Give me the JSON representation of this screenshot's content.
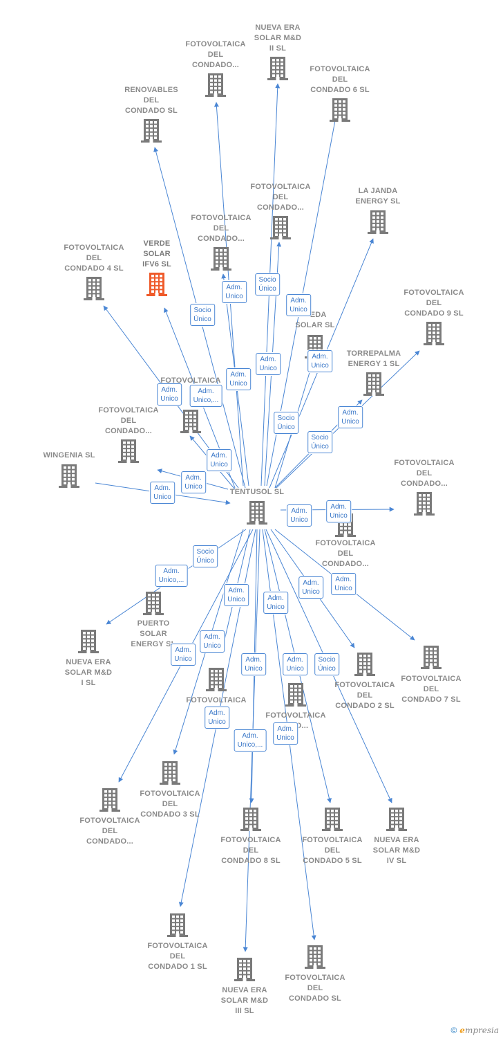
{
  "colors": {
    "edge": "#4a86d4",
    "node": "#7a7a7a",
    "highlight": "#ef5a2a",
    "label": "#8a8a8a"
  },
  "icon": "building-icon",
  "center": {
    "id": "tentusol",
    "label": "TENTUSOL SL"
  },
  "nodes": [
    {
      "id": "n_cond_a",
      "label": "FOTOVOLTAICA\nDEL\nCONDADO..."
    },
    {
      "id": "n_ne2",
      "label": "NUEVA ERA\nSOLAR M&D\nII  SL"
    },
    {
      "id": "n_c6",
      "label": "FOTOVOLTAICA\nDEL\nCONDADO 6 SL"
    },
    {
      "id": "n_ren",
      "label": "RENOVABLES\nDEL\nCONDADO SL"
    },
    {
      "id": "n_cond_b",
      "label": "FOTOVOLTAICA\nDEL\nCONDADO..."
    },
    {
      "id": "n_janda",
      "label": "LA JANDA\nENERGY  SL"
    },
    {
      "id": "n_cond_c",
      "label": "FOTOVOLTAICA\nDEL\nCONDADO..."
    },
    {
      "id": "n_c4",
      "label": "FOTOVOLTAICA\nDEL\nCONDADO 4 SL"
    },
    {
      "id": "n_verde",
      "label": "VERDE\nSOLAR\nIFV6  SL",
      "highlight": true
    },
    {
      "id": "n_meda",
      "label": "MEDA\nSOLAR  SL"
    },
    {
      "id": "n_c9",
      "label": "FOTOVOLTAICA\nDEL\nCONDADO 9 SL"
    },
    {
      "id": "n_torre",
      "label": "TORREPALMA\nENERGY 1  SL"
    },
    {
      "id": "n_fotov",
      "label": "FOTOVOLTAICA"
    },
    {
      "id": "n_cond_d",
      "label": "FOTOVOLTAICA\nDEL\nCONDADO..."
    },
    {
      "id": "n_wing",
      "label": "WINGENIA SL"
    },
    {
      "id": "n_cond_e",
      "label": "FOTOVOLTAICA\nDEL\nCONDADO..."
    },
    {
      "id": "n_cond_f",
      "label": "FOTOVOLTAICA\nDEL\nCONDADO..."
    },
    {
      "id": "n_puerto",
      "label": "PUERTO\nSOLAR\nENERGY  SL"
    },
    {
      "id": "n_ne1",
      "label": "NUEVA ERA\nSOLAR M&D\nI  SL"
    },
    {
      "id": "n_c2",
      "label": "FOTOVOLTAICA\nDEL\nCONDADO 2 SL"
    },
    {
      "id": "n_c7",
      "label": "FOTOVOLTAICA\nDEL\nCONDADO 7 SL"
    },
    {
      "id": "n_cond_g",
      "label": "FOTOVOLTAICA\nCO..."
    },
    {
      "id": "n_cond_h",
      "label": "FOTOVOLTAICA\n...DO..."
    },
    {
      "id": "n_c3",
      "label": "FOTOVOLTAICA\nDEL\nCONDADO 3 SL"
    },
    {
      "id": "n_cond_i",
      "label": "FOTOVOLTAICA\nDEL\nCONDADO..."
    },
    {
      "id": "n_c8",
      "label": "FOTOVOLTAICA\nDEL\nCONDADO 8 SL"
    },
    {
      "id": "n_c5",
      "label": "FOTOVOLTAICA\nDEL\nCONDADO 5 SL"
    },
    {
      "id": "n_ne4",
      "label": "NUEVA ERA\nSOLAR M&D\nIV  SL"
    },
    {
      "id": "n_c1",
      "label": "FOTOVOLTAICA\nDEL\nCONDADO 1 SL"
    },
    {
      "id": "n_ne3",
      "label": "NUEVA ERA\nSOLAR M&D\nIII  SL"
    },
    {
      "id": "n_cond",
      "label": "FOTOVOLTAICA\nDEL\nCONDADO SL"
    }
  ],
  "badges": [
    "Adm.\nUnico",
    "Socio\nÚnico",
    "Adm.\nUnico",
    "Socio\nÚnico",
    "Adm.\nUnico",
    "Adm.\nUnico",
    "Adm.\nUnico",
    "Adm.\nUnico",
    "Adm.\nUnico,...",
    "Socio\nÚnico",
    "Adm.\nUnico",
    "Socio\nÚnico",
    "Adm.\nUnico",
    "Adm.\nUnico",
    "Adm.\nUnico",
    "Adm.\nUnico",
    "Adm.\nUnico",
    "Socio\nÚnico",
    "Adm.\nUnico,...",
    "Adm.\nUnico",
    "Adm.\nUnico",
    "Adm.\nUnico",
    "Adm.\nUnico",
    "Adm.\nUnico",
    "Adm.\nUnico",
    "Adm.\nUnico",
    "Adm.\nUnico",
    "Socio\nÚnico",
    "Adm.\nUnico",
    "Adm.\nUnico,...",
    "Adm.\nUnico"
  ],
  "footer": {
    "copyright": "©",
    "brand_e": "e",
    "brand_rest": "mpresia"
  }
}
